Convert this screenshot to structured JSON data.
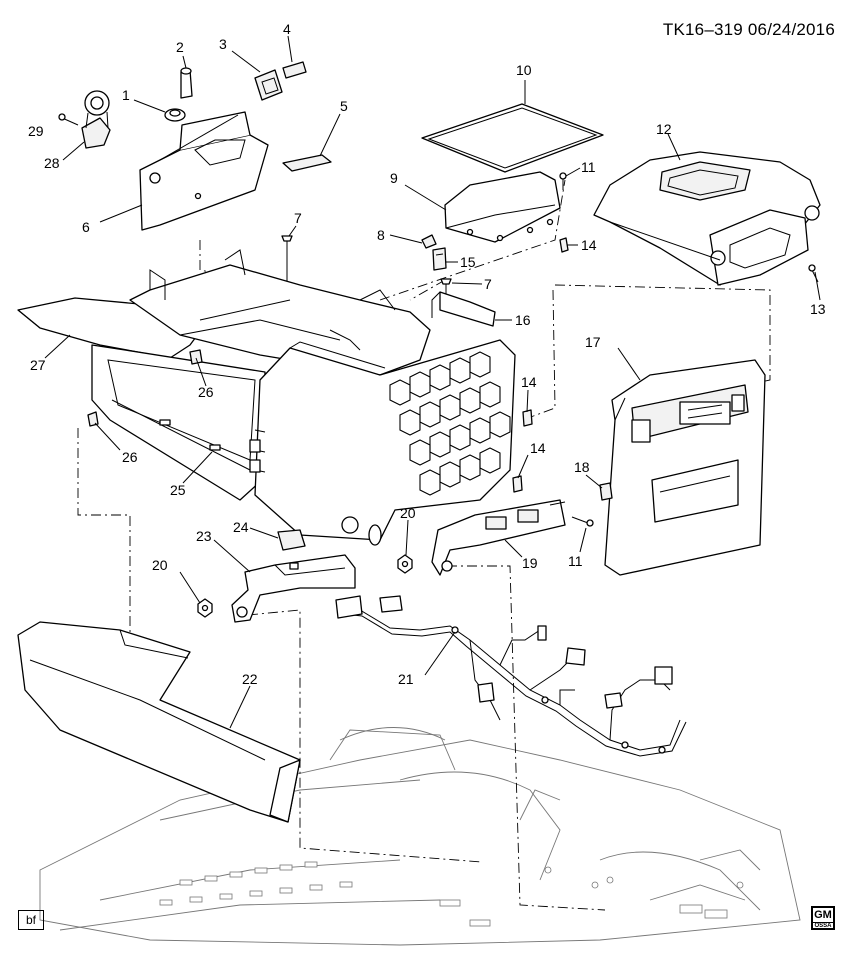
{
  "header": {
    "diagram_id": "TK16–319",
    "date": "06/24/2016"
  },
  "footer": {
    "left_tag": "bf",
    "logo_top": "GM",
    "logo_bottom": "OSSA"
  },
  "callouts": [
    "1",
    "2",
    "3",
    "4",
    "5",
    "6",
    "7",
    "7",
    "8",
    "9",
    "10",
    "11",
    "11",
    "12",
    "13",
    "14",
    "14",
    "14",
    "15",
    "16",
    "17",
    "18",
    "19",
    "20",
    "20",
    "21",
    "22",
    "23",
    "24",
    "25",
    "26",
    "26",
    "27",
    "28",
    "29"
  ]
}
